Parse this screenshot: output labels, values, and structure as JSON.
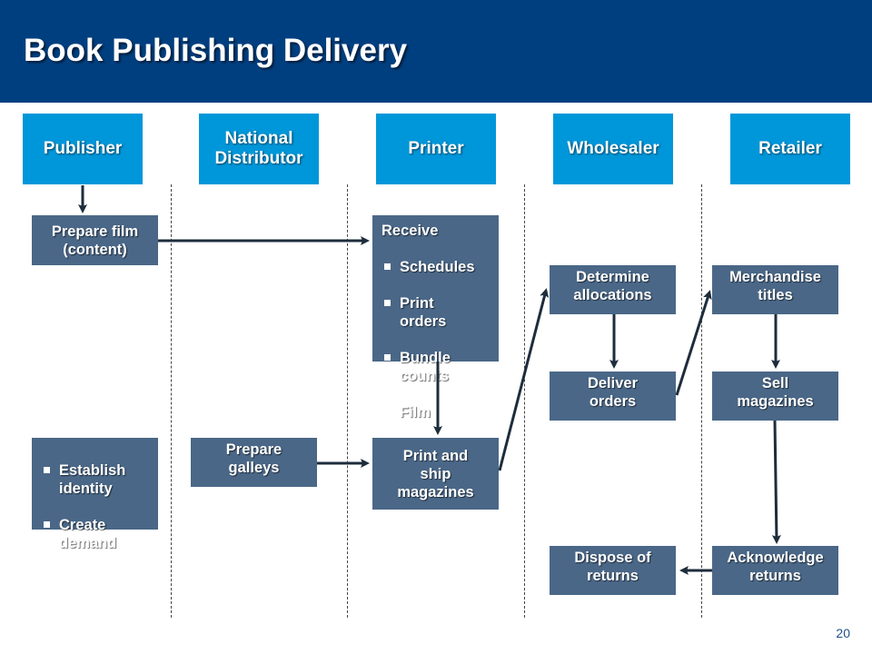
{
  "title": "Book Publishing Delivery",
  "page_number": "20",
  "lanes": {
    "publisher": "Publisher",
    "national_distributor": "National\nDistributor",
    "printer": "Printer",
    "wholesaler": "Wholesaler",
    "retailer": "Retailer"
  },
  "steps": {
    "prepare_film": "Prepare film\n(content)",
    "receive_heading": "Receive",
    "receive_items": [
      "Schedules",
      "Print\norders",
      "Bundle\ncounts",
      "Film"
    ],
    "publisher_items": [
      "Establish\nidentity",
      "Create\ndemand"
    ],
    "prepare_galleys": "Prepare\ngalleys",
    "print_and_ship": "Print and\nship\nmagazines",
    "determine_allocations": "Determine\nallocations",
    "deliver_orders": "Deliver\norders",
    "dispose_of_returns": "Dispose of\nreturns",
    "merchandise_titles": "Merchandise\ntitles",
    "sell_magazines": "Sell\nmagazines",
    "acknowledge_returns": "Acknowledge\nreturns"
  },
  "colors": {
    "title_bar": "#003f7f",
    "lane_header": "#0097da",
    "process_box": "#4a6787",
    "arrow": "#1e2d3c"
  }
}
